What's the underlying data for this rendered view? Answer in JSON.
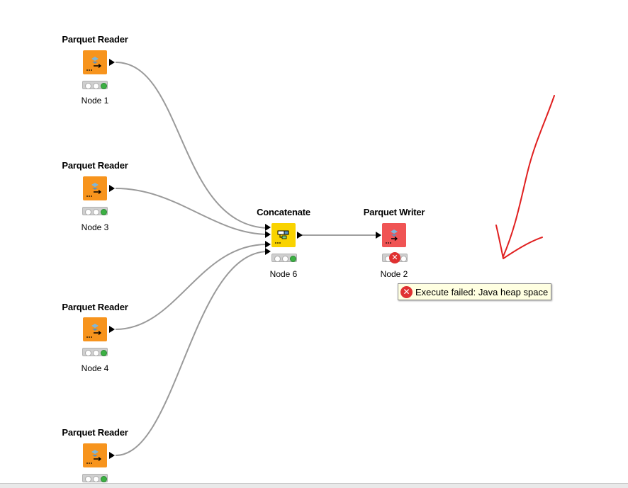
{
  "nodes": [
    {
      "id": "n1",
      "title": "Parquet Reader",
      "label": "Node 1"
    },
    {
      "id": "n3",
      "title": "Parquet Reader",
      "label": "Node 3"
    },
    {
      "id": "n4",
      "title": "Parquet Reader",
      "label": "Node 4"
    },
    {
      "id": "n5",
      "title": "Parquet Reader",
      "label": ""
    },
    {
      "id": "n6",
      "title": "Concatenate",
      "label": "Node 6"
    },
    {
      "id": "n2",
      "title": "Parquet Writer",
      "label": "Node 2"
    }
  ],
  "tooltip": {
    "message": "Execute failed: Java heap space"
  },
  "colors": {
    "reader": "#f7941d",
    "manipulator": "#f9d300",
    "writer_error": "#f05454",
    "status_ok": "#3cb043",
    "status_error": "#e03131",
    "connection": "#9a9a9a",
    "annotation_arrow": "#e02020"
  }
}
